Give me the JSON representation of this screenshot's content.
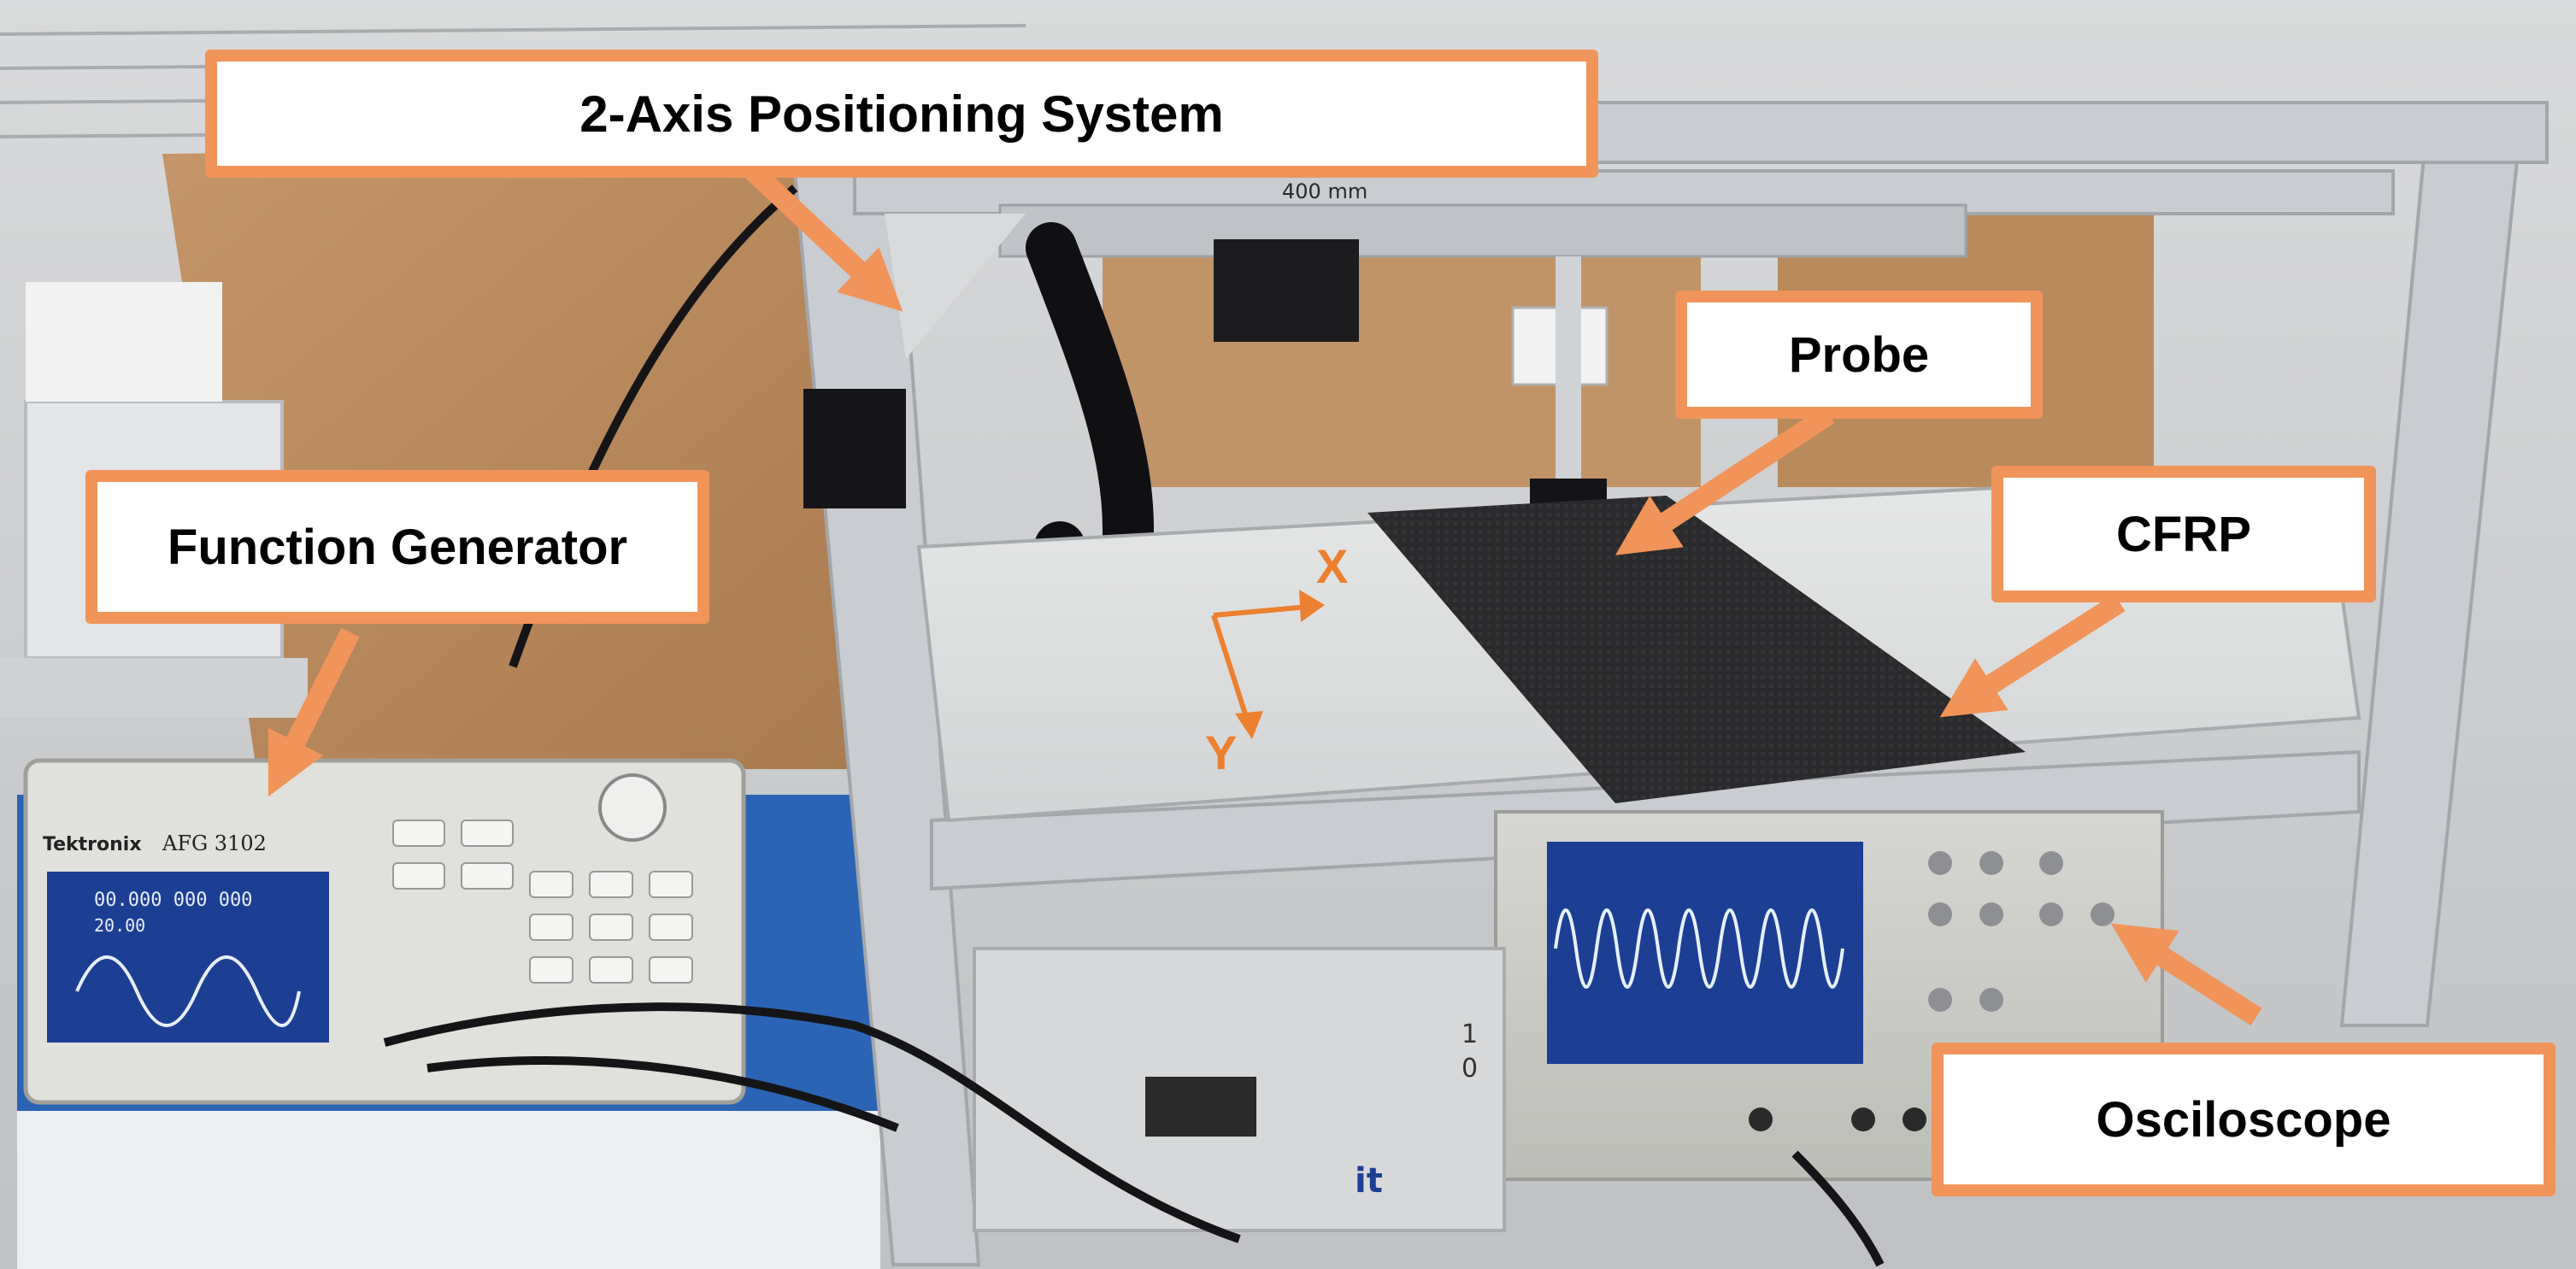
{
  "colors": {
    "callout_border": "#f0945a",
    "arrow": "#f0945a",
    "axis": "#ec8030",
    "frame_aluminum": "#c9ccd0",
    "cfrp_sheet": "#2a2a2c",
    "platform": "#e9eaea",
    "screen_blue": "#1d3f93",
    "cardboard": "#b98a5c"
  },
  "annotations": {
    "positioning_system": "2-Axis Positioning System",
    "function_generator": "Function Generator",
    "probe": "Probe",
    "cfrp": "CFRP",
    "oscilloscope": "Osciloscope"
  },
  "axes": {
    "x": "X",
    "y": "Y"
  },
  "device_text": {
    "brand": "Tektronix",
    "model": "AFG 3102",
    "frequency_readout": "00.000 000 000",
    "amplitude_readout": "20.00",
    "frame_note": "400 mm",
    "tag_1": "1",
    "tag_0": "0",
    "institute_mark": "it"
  },
  "icons": [
    "arrow-icon",
    "cable-chain-icon",
    "knob-icon",
    "sine-wave-icon"
  ]
}
